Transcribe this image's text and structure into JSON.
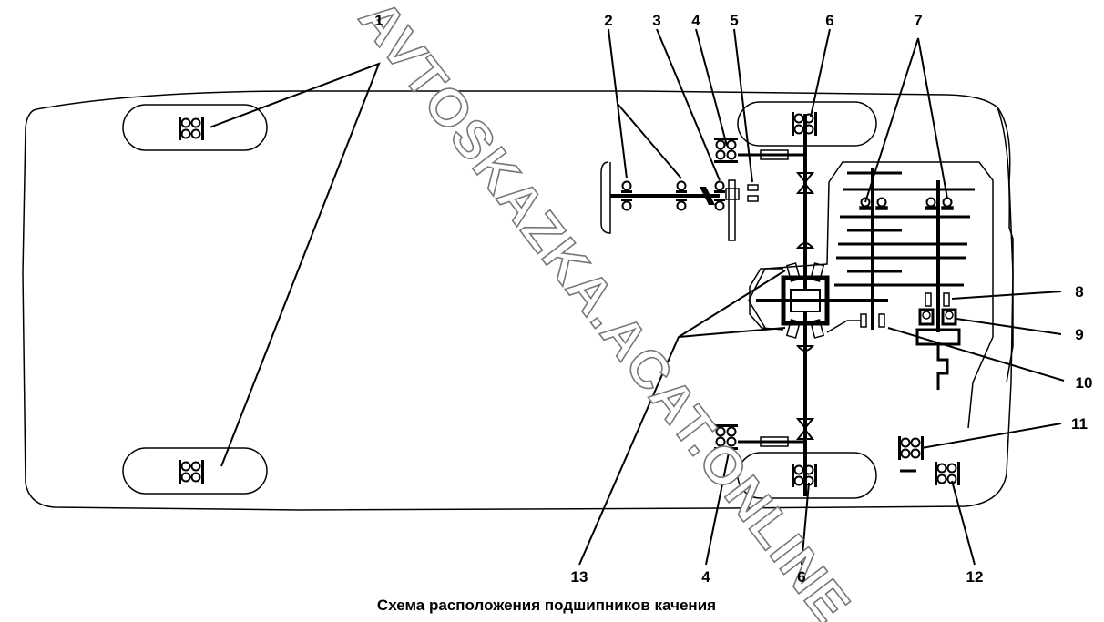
{
  "diagram": {
    "caption": "Схема расположения подшипников качения",
    "watermark": "AVTOSKAZKA.ACAT.ONLINE",
    "callouts": {
      "c1": "1",
      "c2": "2",
      "c3": "3",
      "c4_top": "4",
      "c5": "5",
      "c6_top": "6",
      "c7": "7",
      "c8": "8",
      "c9": "9",
      "c10": "10",
      "c11": "11",
      "c12": "12",
      "c13": "13",
      "c4_bottom": "4",
      "c6_bottom": "6"
    }
  }
}
